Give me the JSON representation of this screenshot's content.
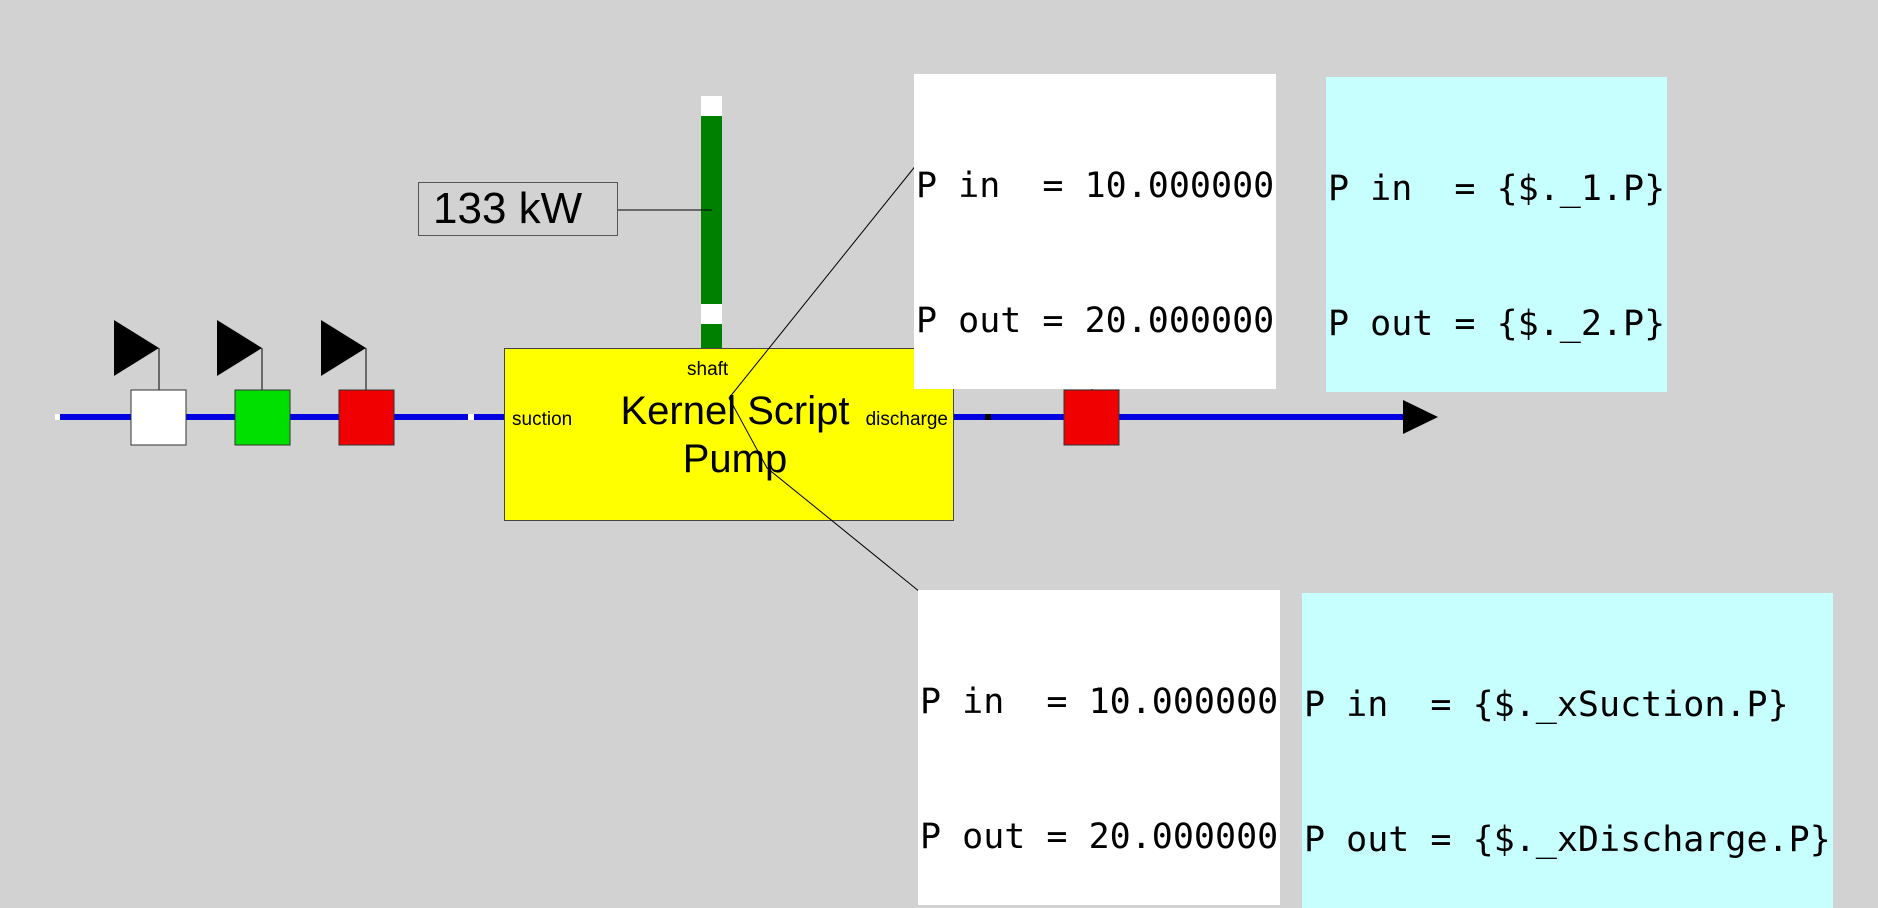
{
  "power": {
    "label": "133 kW"
  },
  "pump": {
    "title_line1": "Kernel Script",
    "title_line2": "Pump",
    "port_shaft": "shaft",
    "port_suction": "suction",
    "port_discharge": "discharge"
  },
  "top_values": {
    "line1": "P in  = 10.000000",
    "line2": "P out = 20.000000"
  },
  "top_expressions": {
    "line1": "P in  = {$._1.P}",
    "line2": "P out = {$._2.P}"
  },
  "bottom_values": {
    "line1": "P in  = 10.000000",
    "line2": "P out = 20.000000"
  },
  "bottom_expressions": {
    "line1": "P in  = {$._xSuction.P}",
    "line2": "P out = {$._xDischarge.P}"
  },
  "colors": {
    "background": "#d2d2d2",
    "pipe": "#0000e0",
    "shaft": "#008000",
    "pump_fill": "#ffff00",
    "sensor_white": "#ffffff",
    "sensor_green": "#00e000",
    "sensor_red": "#f00000",
    "expression_bg": "#c7ffff"
  }
}
